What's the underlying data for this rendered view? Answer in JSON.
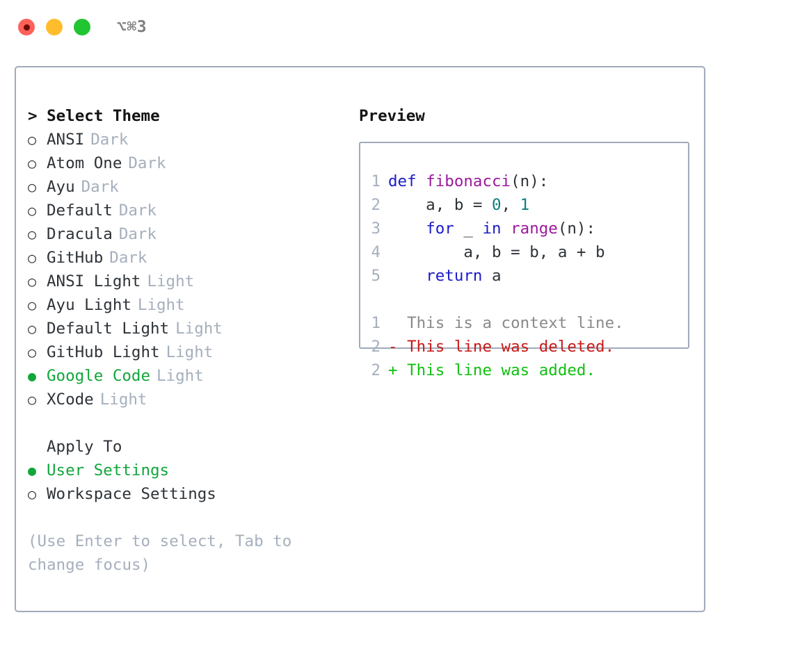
{
  "titlebar": {
    "shortcut": "⌥⌘3",
    "buttons": [
      {
        "name": "close",
        "color": "#FF6159"
      },
      {
        "name": "minimize",
        "color": "#FFBD2E"
      },
      {
        "name": "maximize",
        "color": "#21C431"
      }
    ]
  },
  "theme_picker": {
    "heading": "Select Theme",
    "caret": "> ",
    "bullet_selected": "●",
    "bullet_unselected": "○",
    "items": [
      {
        "label": "ANSI",
        "tag": "Dark",
        "selected": false
      },
      {
        "label": "Atom One",
        "tag": "Dark",
        "selected": false
      },
      {
        "label": "Ayu",
        "tag": "Dark",
        "selected": false
      },
      {
        "label": "Default",
        "tag": "Dark",
        "selected": false
      },
      {
        "label": "Dracula",
        "tag": "Dark",
        "selected": false
      },
      {
        "label": "GitHub",
        "tag": "Dark",
        "selected": false
      },
      {
        "label": "ANSI Light",
        "tag": "Light",
        "selected": false
      },
      {
        "label": "Ayu Light",
        "tag": "Light",
        "selected": false
      },
      {
        "label": "Default Light",
        "tag": "Light",
        "selected": false
      },
      {
        "label": "GitHub Light",
        "tag": "Light",
        "selected": false
      },
      {
        "label": "Google Code",
        "tag": "Light",
        "selected": true
      },
      {
        "label": "XCode",
        "tag": "Light",
        "selected": false
      }
    ]
  },
  "apply_to": {
    "heading": "Apply To",
    "items": [
      {
        "label": "User Settings",
        "selected": true
      },
      {
        "label": "Workspace Settings",
        "selected": false
      }
    ]
  },
  "hint": "(Use Enter to select, Tab to change focus)",
  "preview": {
    "title": "Preview",
    "code_lines": [
      {
        "no": "1",
        "tokens": [
          {
            "t": "def ",
            "k": "kw"
          },
          {
            "t": "fibonacci",
            "k": "fn"
          },
          {
            "t": "(n):",
            "k": "pl"
          }
        ]
      },
      {
        "no": "2",
        "tokens": [
          {
            "t": "    a, b = ",
            "k": "pl"
          },
          {
            "t": "0",
            "k": "num"
          },
          {
            "t": ", ",
            "k": "pl"
          },
          {
            "t": "1",
            "k": "num"
          }
        ]
      },
      {
        "no": "3",
        "tokens": [
          {
            "t": "    ",
            "k": "pl"
          },
          {
            "t": "for",
            "k": "kw"
          },
          {
            "t": " _ ",
            "k": "pl"
          },
          {
            "t": "in",
            "k": "kw"
          },
          {
            "t": " ",
            "k": "pl"
          },
          {
            "t": "range",
            "k": "fn"
          },
          {
            "t": "(n):",
            "k": "pl"
          }
        ]
      },
      {
        "no": "4",
        "tokens": [
          {
            "t": "        a, b = b, a + b",
            "k": "pl"
          }
        ]
      },
      {
        "no": "5",
        "tokens": [
          {
            "t": "    ",
            "k": "pl"
          },
          {
            "t": "return",
            "k": "kw"
          },
          {
            "t": " a",
            "k": "pl"
          }
        ]
      }
    ],
    "diff_lines": [
      {
        "no": "1",
        "marker": "  ",
        "text": "This is a context line.",
        "kind": "ctx"
      },
      {
        "no": "2",
        "marker": "- ",
        "text": "This line was deleted.",
        "kind": "del"
      },
      {
        "no": "2",
        "marker": "+ ",
        "text": "This line was added.",
        "kind": "add"
      }
    ]
  },
  "colors": {
    "accent_green": "#11A63C",
    "muted": "#A5AFBD",
    "text": "#2E3338",
    "border": "#A0AABA",
    "keyword": "#1B1BC8",
    "function": "#9B1A9B",
    "number": "#0E7C7C",
    "diff_add": "#10C010",
    "diff_del": "#C81818",
    "diff_ctx": "#8A8A8A"
  }
}
